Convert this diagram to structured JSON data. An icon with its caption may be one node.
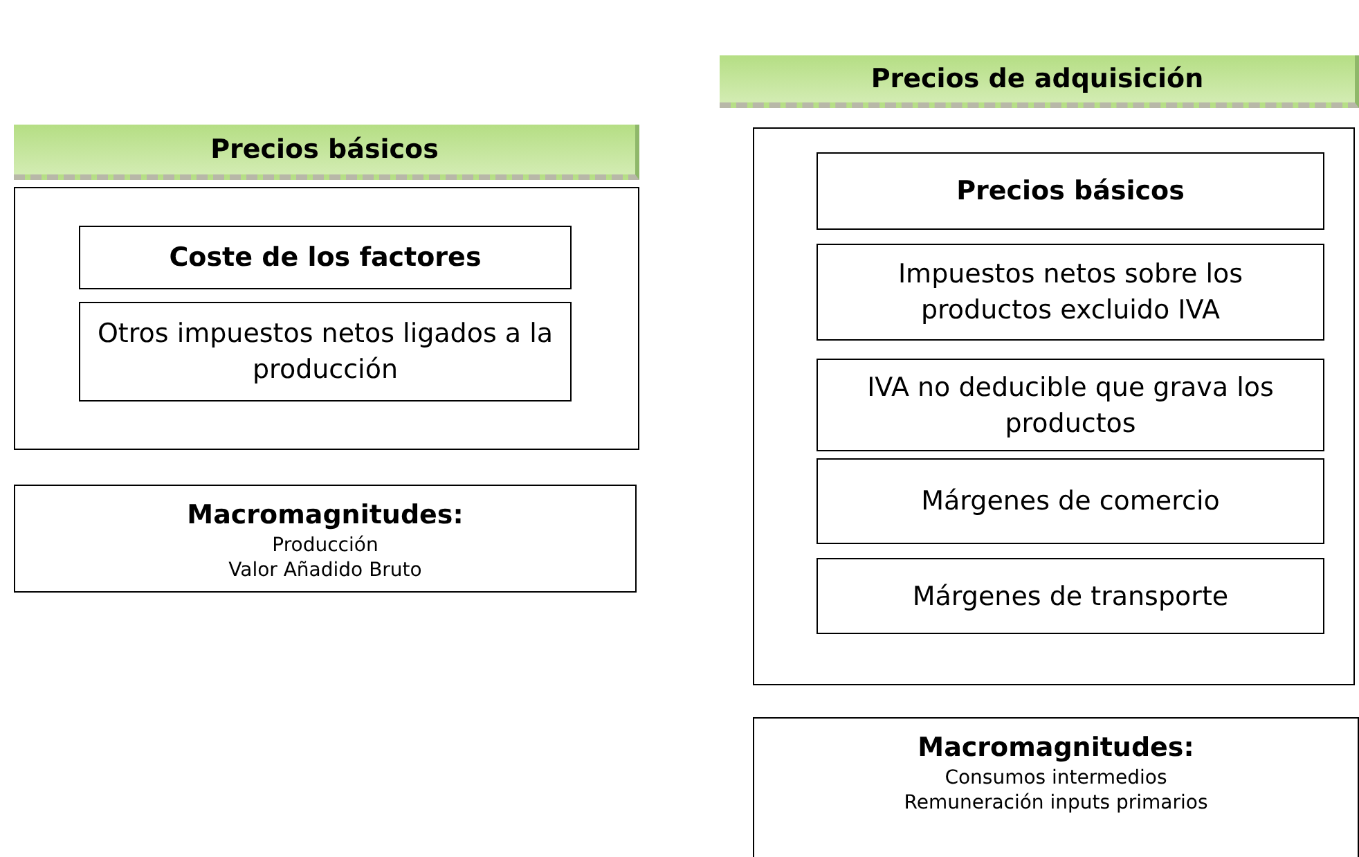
{
  "diagram": {
    "nodes": [
      {
        "text": [
          "Precios básicos"
        ]
      },
      {
        "text": [
          "Coste de los factores"
        ],
        "in": 0
      },
      {
        "text": [
          "Otros impuestos netos ligados a la producción"
        ],
        "in": 0
      },
      {
        "text": [
          "Macromagnitudes:",
          "Producción",
          "Valor Añadido Bruto"
        ]
      },
      {
        "text": [
          "Precios de adquisición"
        ]
      },
      {
        "text": [
          "Precios básicos"
        ],
        "in": 4
      },
      {
        "text": [
          "Impuestos netos sobre los productos excluido IVA"
        ],
        "in": 4
      },
      {
        "text": [
          "IVA no deducible que grava los productos"
        ],
        "in": 4
      },
      {
        "text": [
          "Márgenes de comercio"
        ],
        "in": 4
      },
      {
        "text": [
          "Márgenes de transporte"
        ],
        "in": 4
      },
      {
        "text": [
          "Macromagnitudes:",
          "Consumos intermedios",
          "Remuneración inputs primarios"
        ]
      }
    ],
    "edges": []
  }
}
